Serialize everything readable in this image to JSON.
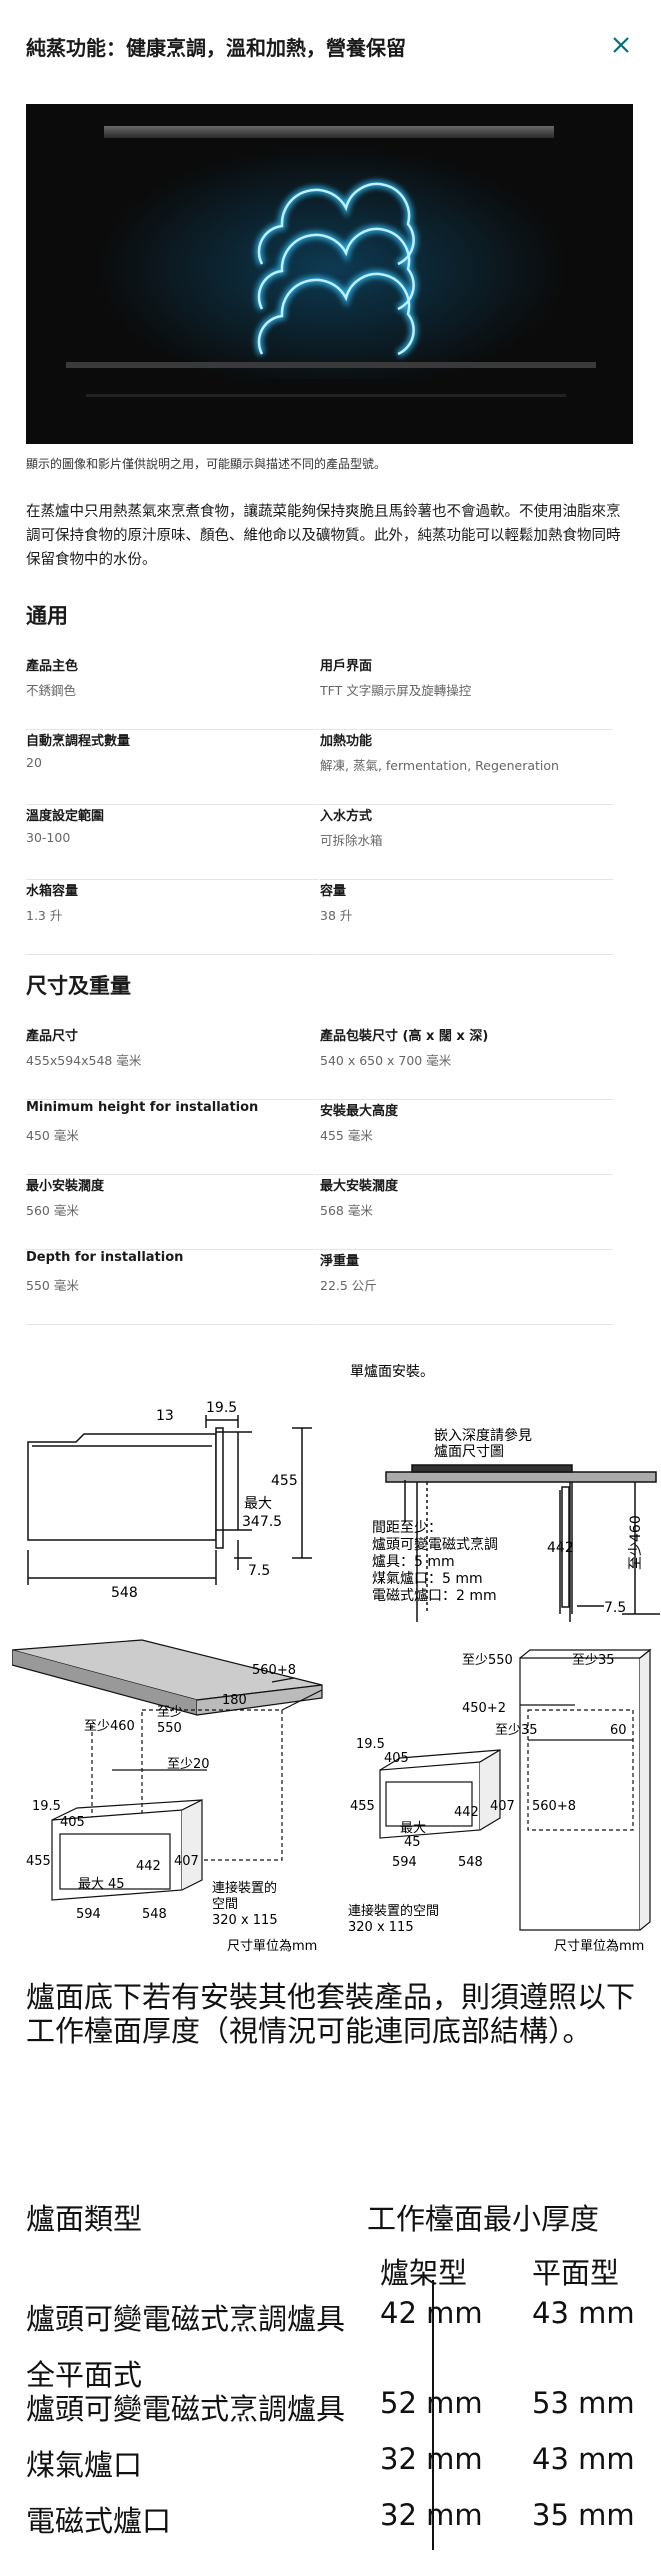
{
  "header": {
    "title": "純蒸功能：健康烹調，溫和加熱，營養保留"
  },
  "media": {
    "caption": "顯示的圖像和影片僅供說明之用，可能顯示與描述不同的產品型號。"
  },
  "intro": "在蒸爐中只用熱蒸氣來烹煮食物，讓蔬菜能夠保持爽脆且馬鈴薯也不會過軟。不使用油脂來烹調可保持食物的原汁原味、顏色、維他命以及礦物質。此外，純蒸功能可以輕鬆加熱食物同時保留食物中的水份。",
  "general": {
    "title": "通用",
    "specs": [
      {
        "label": "產品主色",
        "value": "不銹鋼色"
      },
      {
        "label": "用戶界面",
        "value": "TFT 文字顯示屏及旋轉操控"
      },
      {
        "label": "自動烹調程式數量",
        "value": "20"
      },
      {
        "label": "加熱功能",
        "value": "解凍, 蒸氣, fermentation, Regeneration"
      },
      {
        "label": "溫度設定範圍",
        "value": "30-100"
      },
      {
        "label": "入水方式",
        "value": "可拆除水箱"
      },
      {
        "label": "水箱容量",
        "value": "1.3 升"
      },
      {
        "label": "容量",
        "value": "38 升"
      }
    ]
  },
  "dimensions": {
    "title": "尺寸及重量",
    "specs": [
      {
        "label": "產品尺寸",
        "value": "455x594x548 毫米"
      },
      {
        "label": "產品包裝尺寸 (高 x 闊 x 深)",
        "value": "540 x 650 x 700 毫米"
      },
      {
        "label": "Minimum height for installation",
        "value": "450 毫米"
      },
      {
        "label": "安裝最大高度",
        "value": "455 毫米"
      },
      {
        "label": "最小安裝濶度",
        "value": "560 毫米"
      },
      {
        "label": "最大安裝濶度",
        "value": "568 毫米"
      },
      {
        "label": "Depth for installation",
        "value": "550 毫米"
      },
      {
        "label": "淨重量",
        "value": "22.5 公斤"
      }
    ]
  },
  "diagram": {
    "side": {
      "d195": "19.5",
      "d13": "13",
      "d455": "455",
      "max_label": "最大",
      "d3475": "347.5",
      "d75": "7.5",
      "d548": "548"
    },
    "hob": {
      "title": "單爐面安裝。",
      "note1": "嵌入深度請參見",
      "note2": "爐面尺寸圖",
      "gap_title": "間距至少：",
      "gap1": "爐頭可變電磁式烹調",
      "gap2": "爐具：5 mm",
      "gap3": "煤氣爐口：5 mm",
      "gap4": "電磁式爐口：2 mm",
      "d442": "442",
      "d460": "至少460",
      "d75": "7.5"
    },
    "install_left": {
      "d560": "560+8",
      "d180": "180",
      "min_label": "至少",
      "d550": "550",
      "d460": "至少460",
      "d20": "至少20",
      "d195": "19.5",
      "d405": "405",
      "d455": "455",
      "d442": "442",
      "d407": "407",
      "max_label": "最大",
      "d45": "45",
      "d594": "594",
      "d548": "548",
      "conn1": "連接裝置的",
      "conn2": "空間",
      "conn3": "320 x 115",
      "unit": "尺寸單位為mm"
    },
    "install_right": {
      "d550": "至少550",
      "d35a": "至少35",
      "d450": "450+2",
      "d35b": "至少35",
      "d60": "60",
      "d195": "19.5",
      "d405": "405",
      "d455": "455",
      "d442": "442",
      "d407": "407",
      "d560": "560+8",
      "max_label": "最大",
      "d45": "45",
      "d594": "594",
      "d548": "548",
      "conn1": "連接裝置的空間",
      "conn2": "320 x 115",
      "unit": "尺寸單位為mm"
    }
  },
  "worktop": {
    "text": "爐面底下若有安裝其他套裝產品，則須遵照以下工作檯面厚度（視情況可能連同底部結構）。",
    "col_type": "爐面類型",
    "col_min": "工作檯面最小厚度",
    "sub_frame": "爐架型",
    "sub_flat": "平面型",
    "rows": [
      {
        "type": "爐頭可變電磁式烹調爐具",
        "frame": "42 mm",
        "flat": "43 mm"
      },
      {
        "type_pre": "全平面式",
        "type": "爐頭可變電磁式烹調爐具",
        "frame": "52 mm",
        "flat": "53 mm"
      },
      {
        "type": "煤氣爐口",
        "frame": "32 mm",
        "flat": "43 mm"
      },
      {
        "type": "電磁式爐口",
        "frame": "32 mm",
        "flat": "35 mm"
      }
    ]
  },
  "colors": {
    "accent": "#00707a",
    "glow": "#33c2ff",
    "text": "#1a1a1a",
    "muted": "#666666"
  }
}
